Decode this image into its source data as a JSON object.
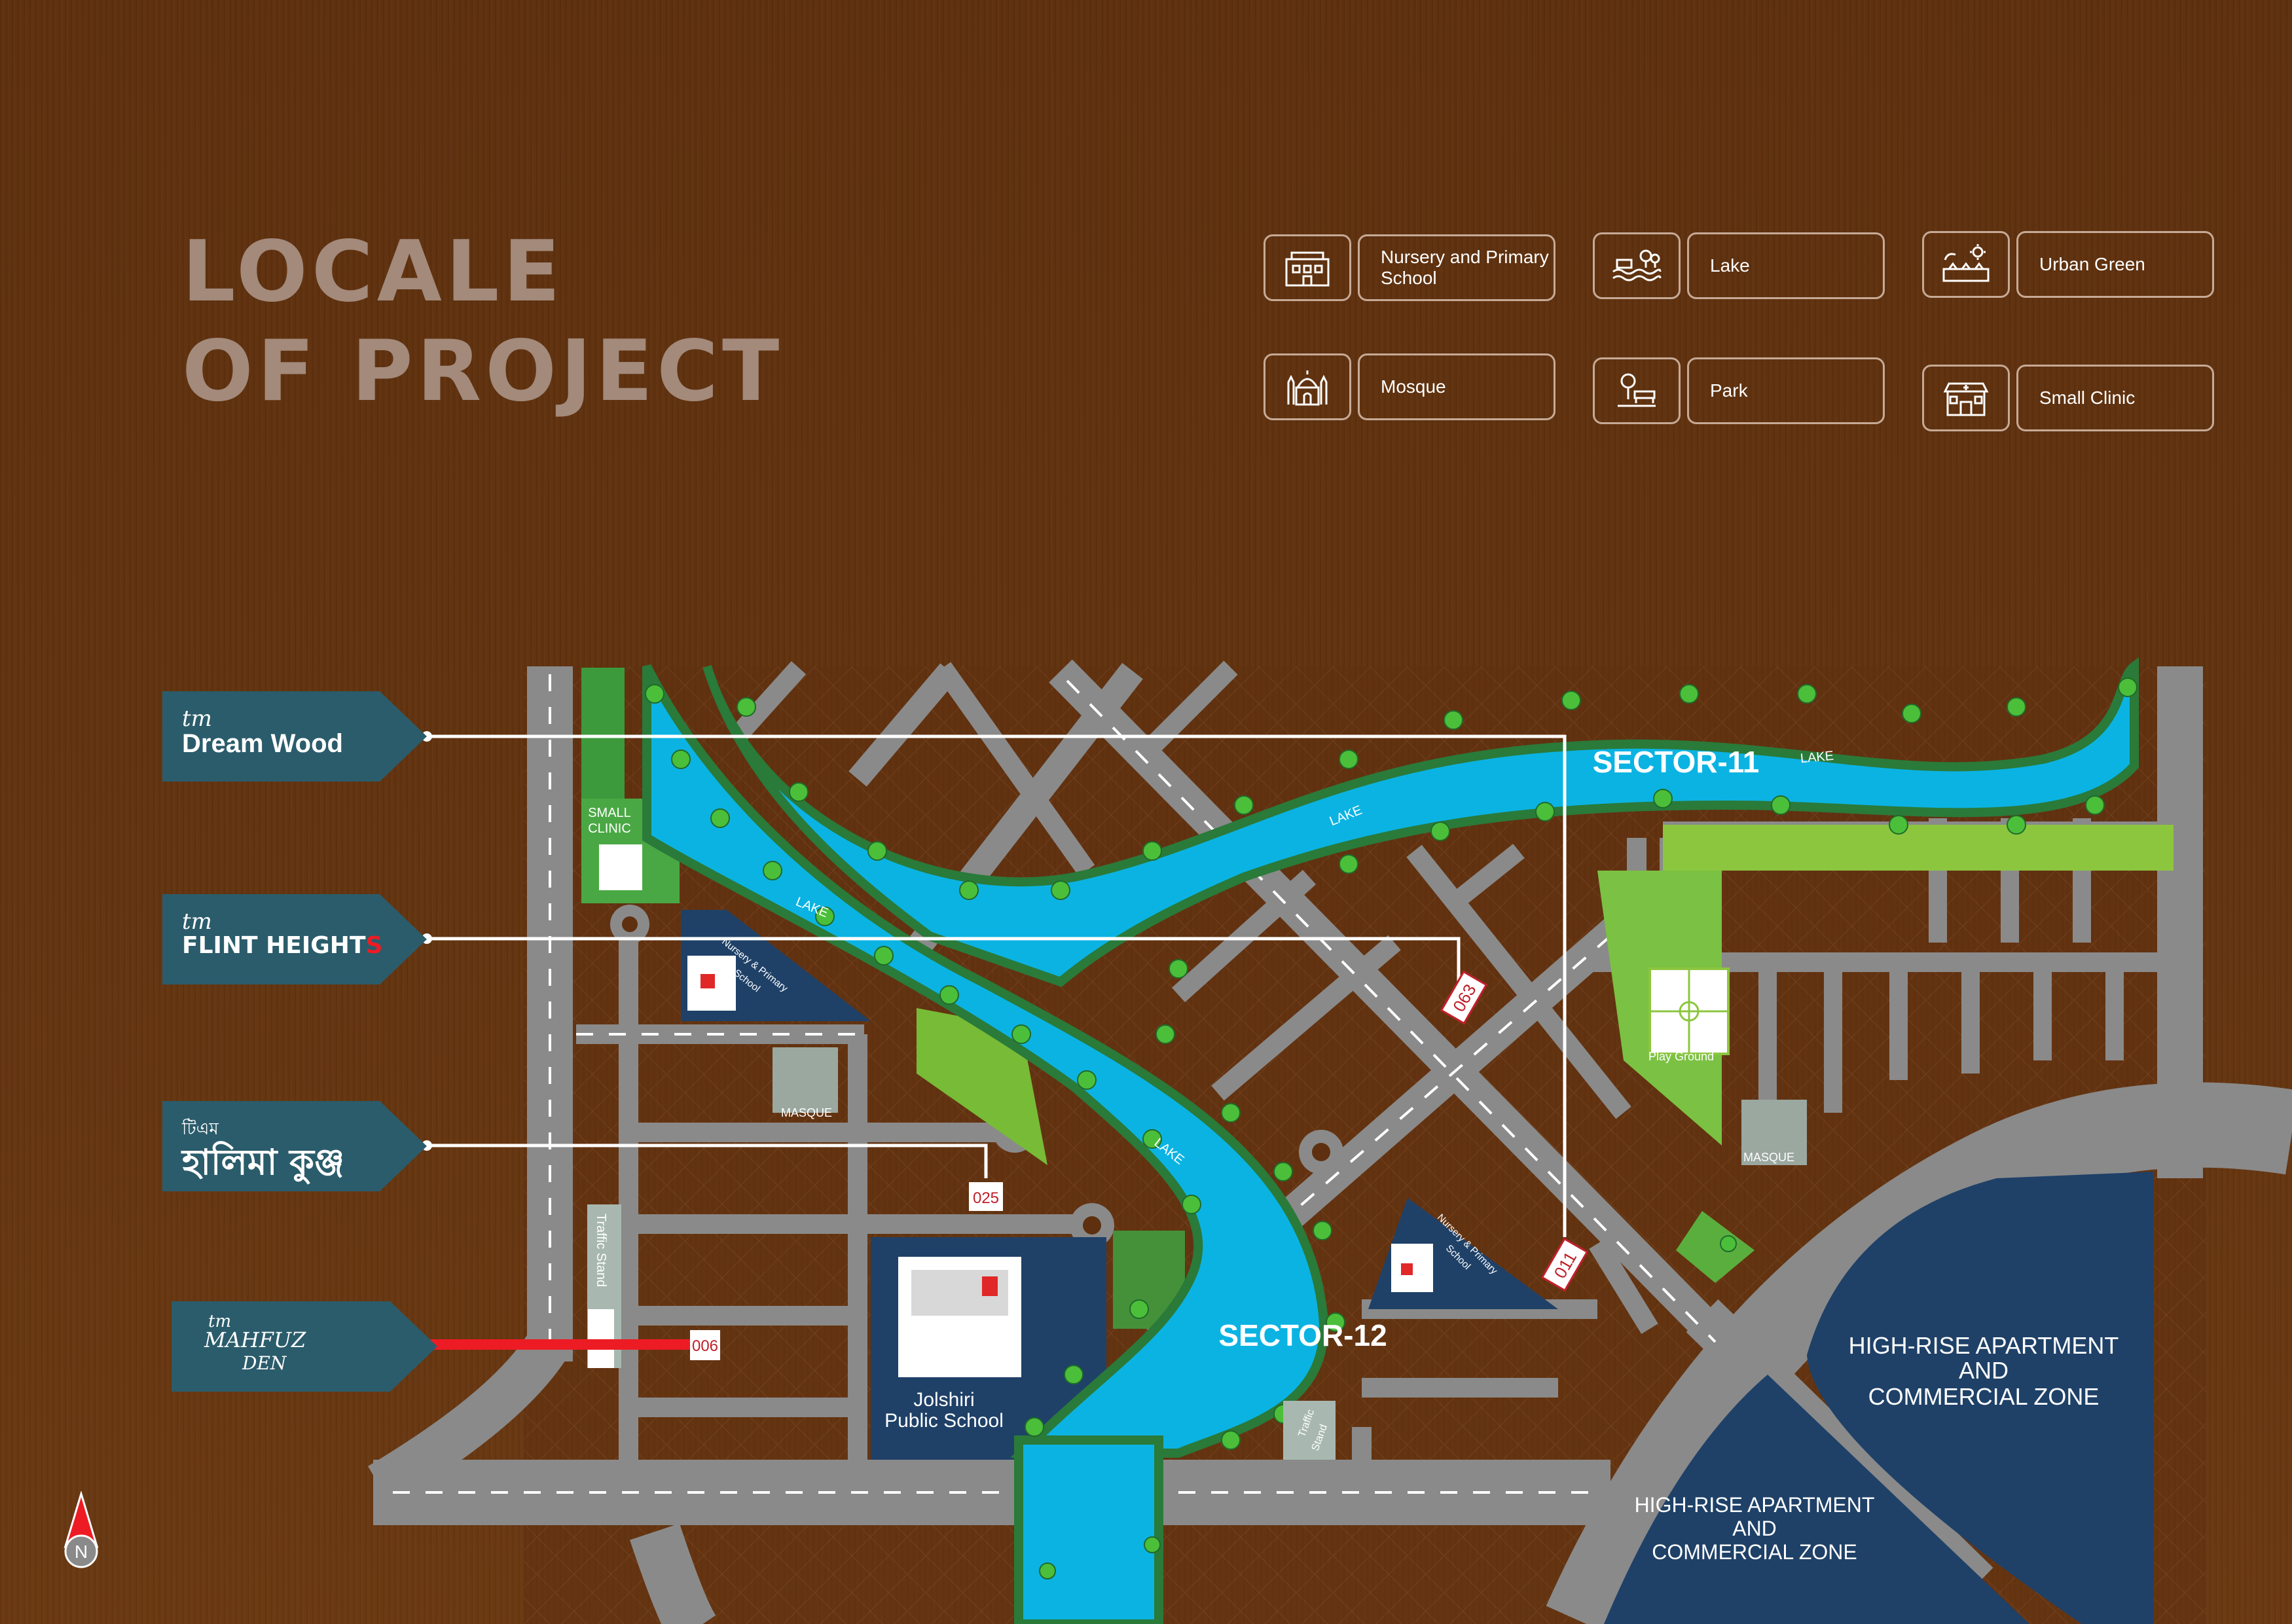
{
  "title": {
    "line1": "LOCALE",
    "line2": "OF PROJECT"
  },
  "legend": [
    {
      "icon": "school-building-icon",
      "label": "Nursery and Primary School"
    },
    {
      "icon": "lake-waves-icon",
      "label": "Lake"
    },
    {
      "icon": "urban-green-icon",
      "label": "Urban Green"
    },
    {
      "icon": "mosque-icon",
      "label": "Mosque"
    },
    {
      "icon": "park-icon",
      "label": "Park"
    },
    {
      "icon": "clinic-icon",
      "label": "Small Clinic"
    }
  ],
  "projects": [
    {
      "logo_prefix": "tm",
      "name_part1": "Dream",
      "name_part2": "Wood",
      "plot": "011"
    },
    {
      "logo_prefix": "tm",
      "name_part1": "FLINT HEIGHT",
      "name_part2": "S",
      "plot": "063"
    },
    {
      "logo_prefix": "টিএম",
      "name_part1": "হালিমা কুঞ্জ",
      "name_part2": "",
      "plot": "025"
    },
    {
      "logo_prefix": "tm",
      "name_part1": "MAHFUZ",
      "name_part2": "DEN",
      "plot": "006"
    }
  ],
  "map_labels": {
    "sector11": "SECTOR-11",
    "sector12": "SECTOR-12",
    "lake": "LAKE",
    "small_clinic_line1": "SMALL",
    "small_clinic_line2": "CLINIC",
    "nursery_line1": "Nursery & Primary",
    "nursery_line2": "School",
    "masque": "MASQUE",
    "play_ground": "Play Ground",
    "traffic_stand": "Traffic Stand",
    "traffic_stand_short1": "Traffic",
    "traffic_stand_short2": "Stand",
    "school_line1": "Jolshiri",
    "school_line2": "Public School",
    "zone_line1": "HIGH-RISE APARTMENT",
    "zone_line2": "AND",
    "zone_line3": "COMMERCIAL ZONE"
  },
  "compass": {
    "label": "N"
  },
  "colors": {
    "background": "#5e300f",
    "road": "#8a8a8a",
    "lake": "#0bb3e2",
    "green": "#8cc63f",
    "navy": "#1f4168",
    "highlight": "#ed1c24"
  }
}
